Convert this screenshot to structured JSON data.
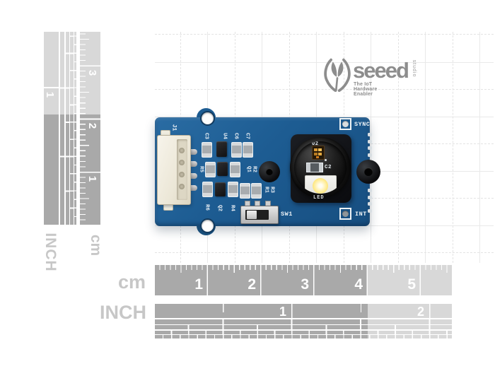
{
  "logo": {
    "brand": "seeed",
    "sub": "studio",
    "tagline": "The IoT Hardware Enabler"
  },
  "pcb": {
    "refdes": {
      "j1": "J1",
      "c3": "C3",
      "u4": "U4",
      "c6": "C6",
      "c7": "C7",
      "r5": "R5",
      "q1": "Q1",
      "r2": "R2",
      "r6": "R6",
      "q2": "Q2",
      "r4": "R4",
      "r1": "R1",
      "r3": "R3",
      "sw1": "SW1",
      "u2": "U2",
      "c2": "C2",
      "led": "LED",
      "sync": "SYNC",
      "int": "INT"
    }
  },
  "rulers": {
    "bottom_cm": {
      "label": "cm",
      "numbers": [
        "1",
        "2",
        "3",
        "4",
        "5"
      ]
    },
    "bottom_inch": {
      "label": "INCH",
      "numbers": [
        "1",
        "2"
      ]
    },
    "left_cm": {
      "label": "cm",
      "numbers": [
        "3",
        "2",
        "1"
      ]
    },
    "left_inch": {
      "label": "INCH",
      "numbers": [
        "1"
      ]
    }
  },
  "colors": {
    "pcb_blue": "#1d5c92",
    "ruler_gray": "#a9a9a9",
    "ruler_faded": "#dcdcdc",
    "logo_gray": "#8d8d8d",
    "led_warm": "#ffe983"
  }
}
